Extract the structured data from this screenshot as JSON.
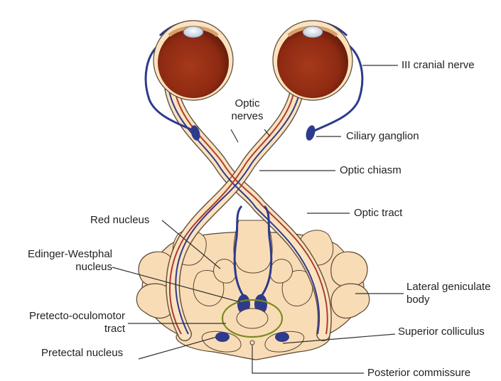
{
  "labels": {
    "optic_nerves": [
      "Optic",
      "nerves"
    ],
    "iii_cranial_nerve": "III cranial nerve",
    "ciliary_ganglion": "Ciliary ganglion",
    "optic_chiasm": "Optic chiasm",
    "optic_tract": "Optic tract",
    "red_nucleus": "Red nucleus",
    "edinger_westphal": [
      "Edinger-Westphal",
      "nucleus"
    ],
    "lateral_geniculate": [
      "Lateral geniculate",
      "body"
    ],
    "pretecto_oculomotor": [
      "Pretecto-oculomotor",
      "tract"
    ],
    "superior_colliculus": "Superior colliculus",
    "pretectal_nucleus": "Pretectal nucleus",
    "posterior_commissure": "Posterior commissure"
  },
  "colors": {
    "brain_tissue": "#f8dcb6",
    "brain_outline": "#5a4632",
    "eyeball": "#8e2a12",
    "nerve_blue": "#2e3a8c",
    "nerve_red": "#b03a2e",
    "nerve_fill": "#fbe3c0",
    "pretecto_tract": "#7a8a1e",
    "leader_line": "#333333"
  }
}
